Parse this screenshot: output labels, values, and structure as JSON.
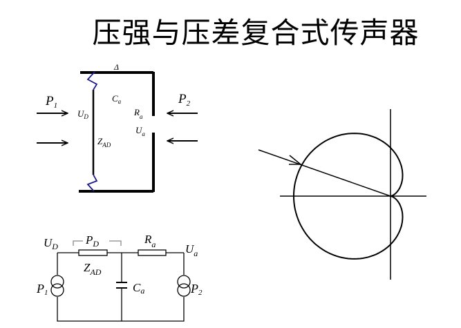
{
  "title": "压强与压差复合式传声器",
  "structure_diagram": {
    "delta": "Δ",
    "p1": {
      "main": "P",
      "sub": "1"
    },
    "p2": {
      "main": "P",
      "sub": "2"
    },
    "ud": {
      "main": "U",
      "sub": "D"
    },
    "ca": {
      "main": "C",
      "sub": "a"
    },
    "ra": {
      "main": "R",
      "sub": "a"
    },
    "ua": {
      "main": "U",
      "sub": "a"
    },
    "zad": {
      "main": "Z",
      "sub": "AD"
    }
  },
  "circuit": {
    "ud": {
      "main": "U",
      "sub": "D"
    },
    "pd": {
      "main": "P",
      "sub": "D"
    },
    "ra": {
      "main": "R",
      "sub": "a"
    },
    "ua": {
      "main": "U",
      "sub": "a"
    },
    "zad": {
      "main": "Z",
      "sub": "AD"
    },
    "ca": {
      "main": "C",
      "sub": "a"
    },
    "p1": {
      "main": "P",
      "sub": "1"
    },
    "p2": {
      "main": "P",
      "sub": "2"
    }
  },
  "polar_pattern": {
    "shape": "cardioid"
  },
  "colors": {
    "line": "#000000",
    "diaphragm_spring": "#1a1a8c",
    "bracket": "#888888"
  }
}
